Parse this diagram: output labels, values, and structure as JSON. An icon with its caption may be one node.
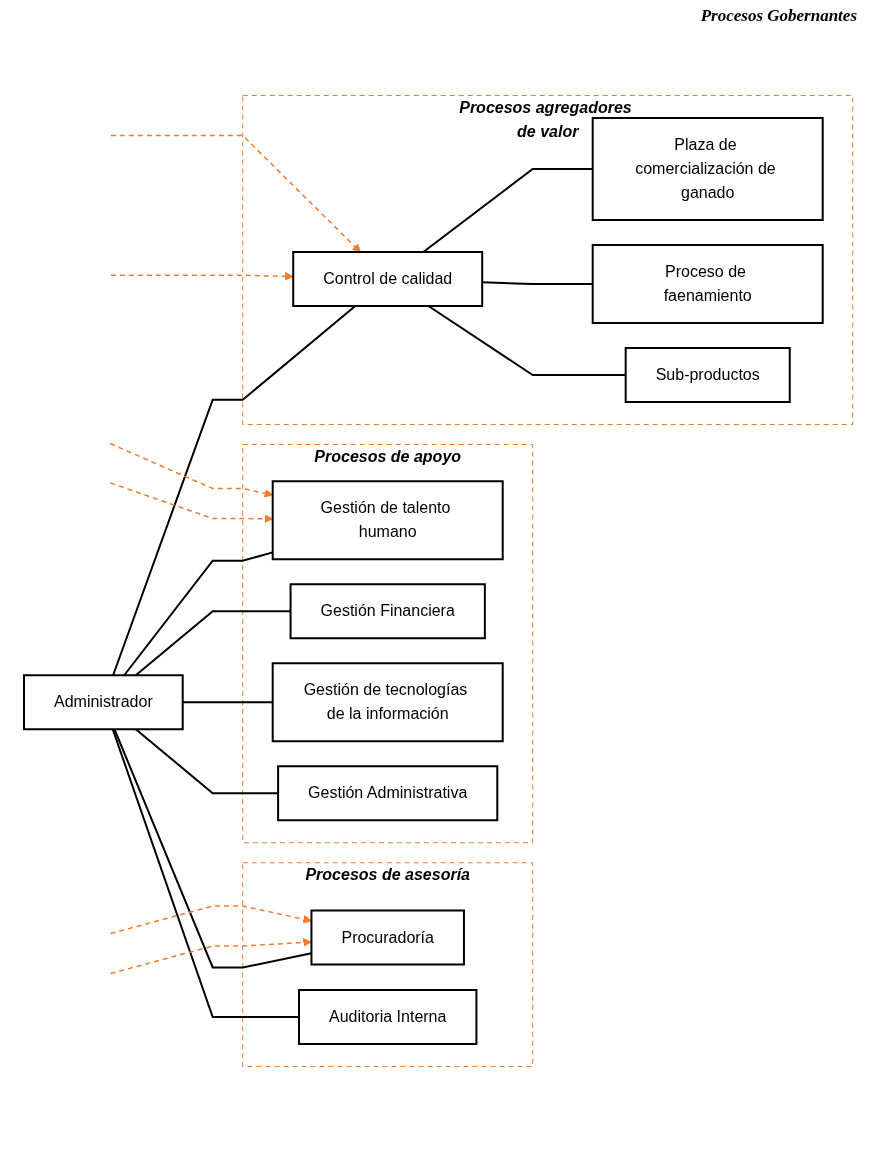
{
  "diagram": {
    "nodes": [
      {
        "text": [
          "Administrador"
        ]
      },
      {
        "text": [
          "Procesos de asesoría"
        ]
      },
      {
        "text": [
          "Procuradoría"
        ],
        "in": 1
      },
      {
        "text": [
          "Procesos de apoyo"
        ]
      },
      {
        "text": [
          "Gestión de talento humano"
        ],
        "in": 3
      },
      {
        "text": [
          "Auditoria Interna"
        ],
        "in": 1
      },
      {
        "text": [
          "Gestión Financiera"
        ],
        "in": 3
      },
      {
        "text": [
          "Gestión de tecnologías de la información"
        ],
        "in": 3
      },
      {
        "text": [
          "Gestión Administrativa"
        ],
        "in": 3
      },
      {
        "text": [
          "Procesos agregadores de valor"
        ]
      },
      {
        "text": [
          "Control de calidad"
        ],
        "in": 9
      },
      {
        "text": [
          "Plaza de comercialización de ganado"
        ],
        "in": 9
      },
      {
        "text": [
          "Proceso de faenamiento"
        ],
        "in": 9
      },
      {
        "text": [
          "Sub-productos"
        ],
        "in": 9
      }
    ],
    "edges": [
      {
        "from": 0,
        "to": 2,
        "arrow": "none"
      },
      {
        "from": 0,
        "to": 4,
        "arrow": "none"
      },
      {
        "from": 0,
        "to": 5,
        "arrow": "none"
      },
      {
        "from": 0,
        "to": 6,
        "arrow": "none"
      },
      {
        "from": 0,
        "to": 7,
        "arrow": "none"
      },
      {
        "from": 0,
        "to": 8,
        "arrow": "none"
      },
      {
        "from": 0,
        "to": 10,
        "arrow": "none"
      },
      {
        "from": 10,
        "to": 11,
        "arrow": "none"
      },
      {
        "from": 10,
        "to": 12,
        "arrow": "none"
      },
      {
        "from": 10,
        "to": 13,
        "arrow": "none"
      },
      {
        "from": null,
        "to": 2,
        "arrow": "to",
        "style": "dashed",
        "color": "#ed7d31"
      },
      {
        "from": null,
        "to": 2,
        "arrow": "to",
        "style": "dashed",
        "color": "#ed7d31"
      },
      {
        "from": null,
        "to": 4,
        "arrow": "to",
        "style": "dashed",
        "color": "#ed7d31"
      },
      {
        "from": null,
        "to": 4,
        "arrow": "to",
        "style": "dashed",
        "color": "#ed7d31"
      },
      {
        "from": null,
        "to": 10,
        "arrow": "to",
        "style": "dashed",
        "color": "#ed7d31"
      },
      {
        "from": null,
        "to": 10,
        "arrow": "to",
        "style": "dashed",
        "color": "#ed7d31"
      }
    ],
    "labels": [
      "Procesos Gobernantes"
    ]
  }
}
